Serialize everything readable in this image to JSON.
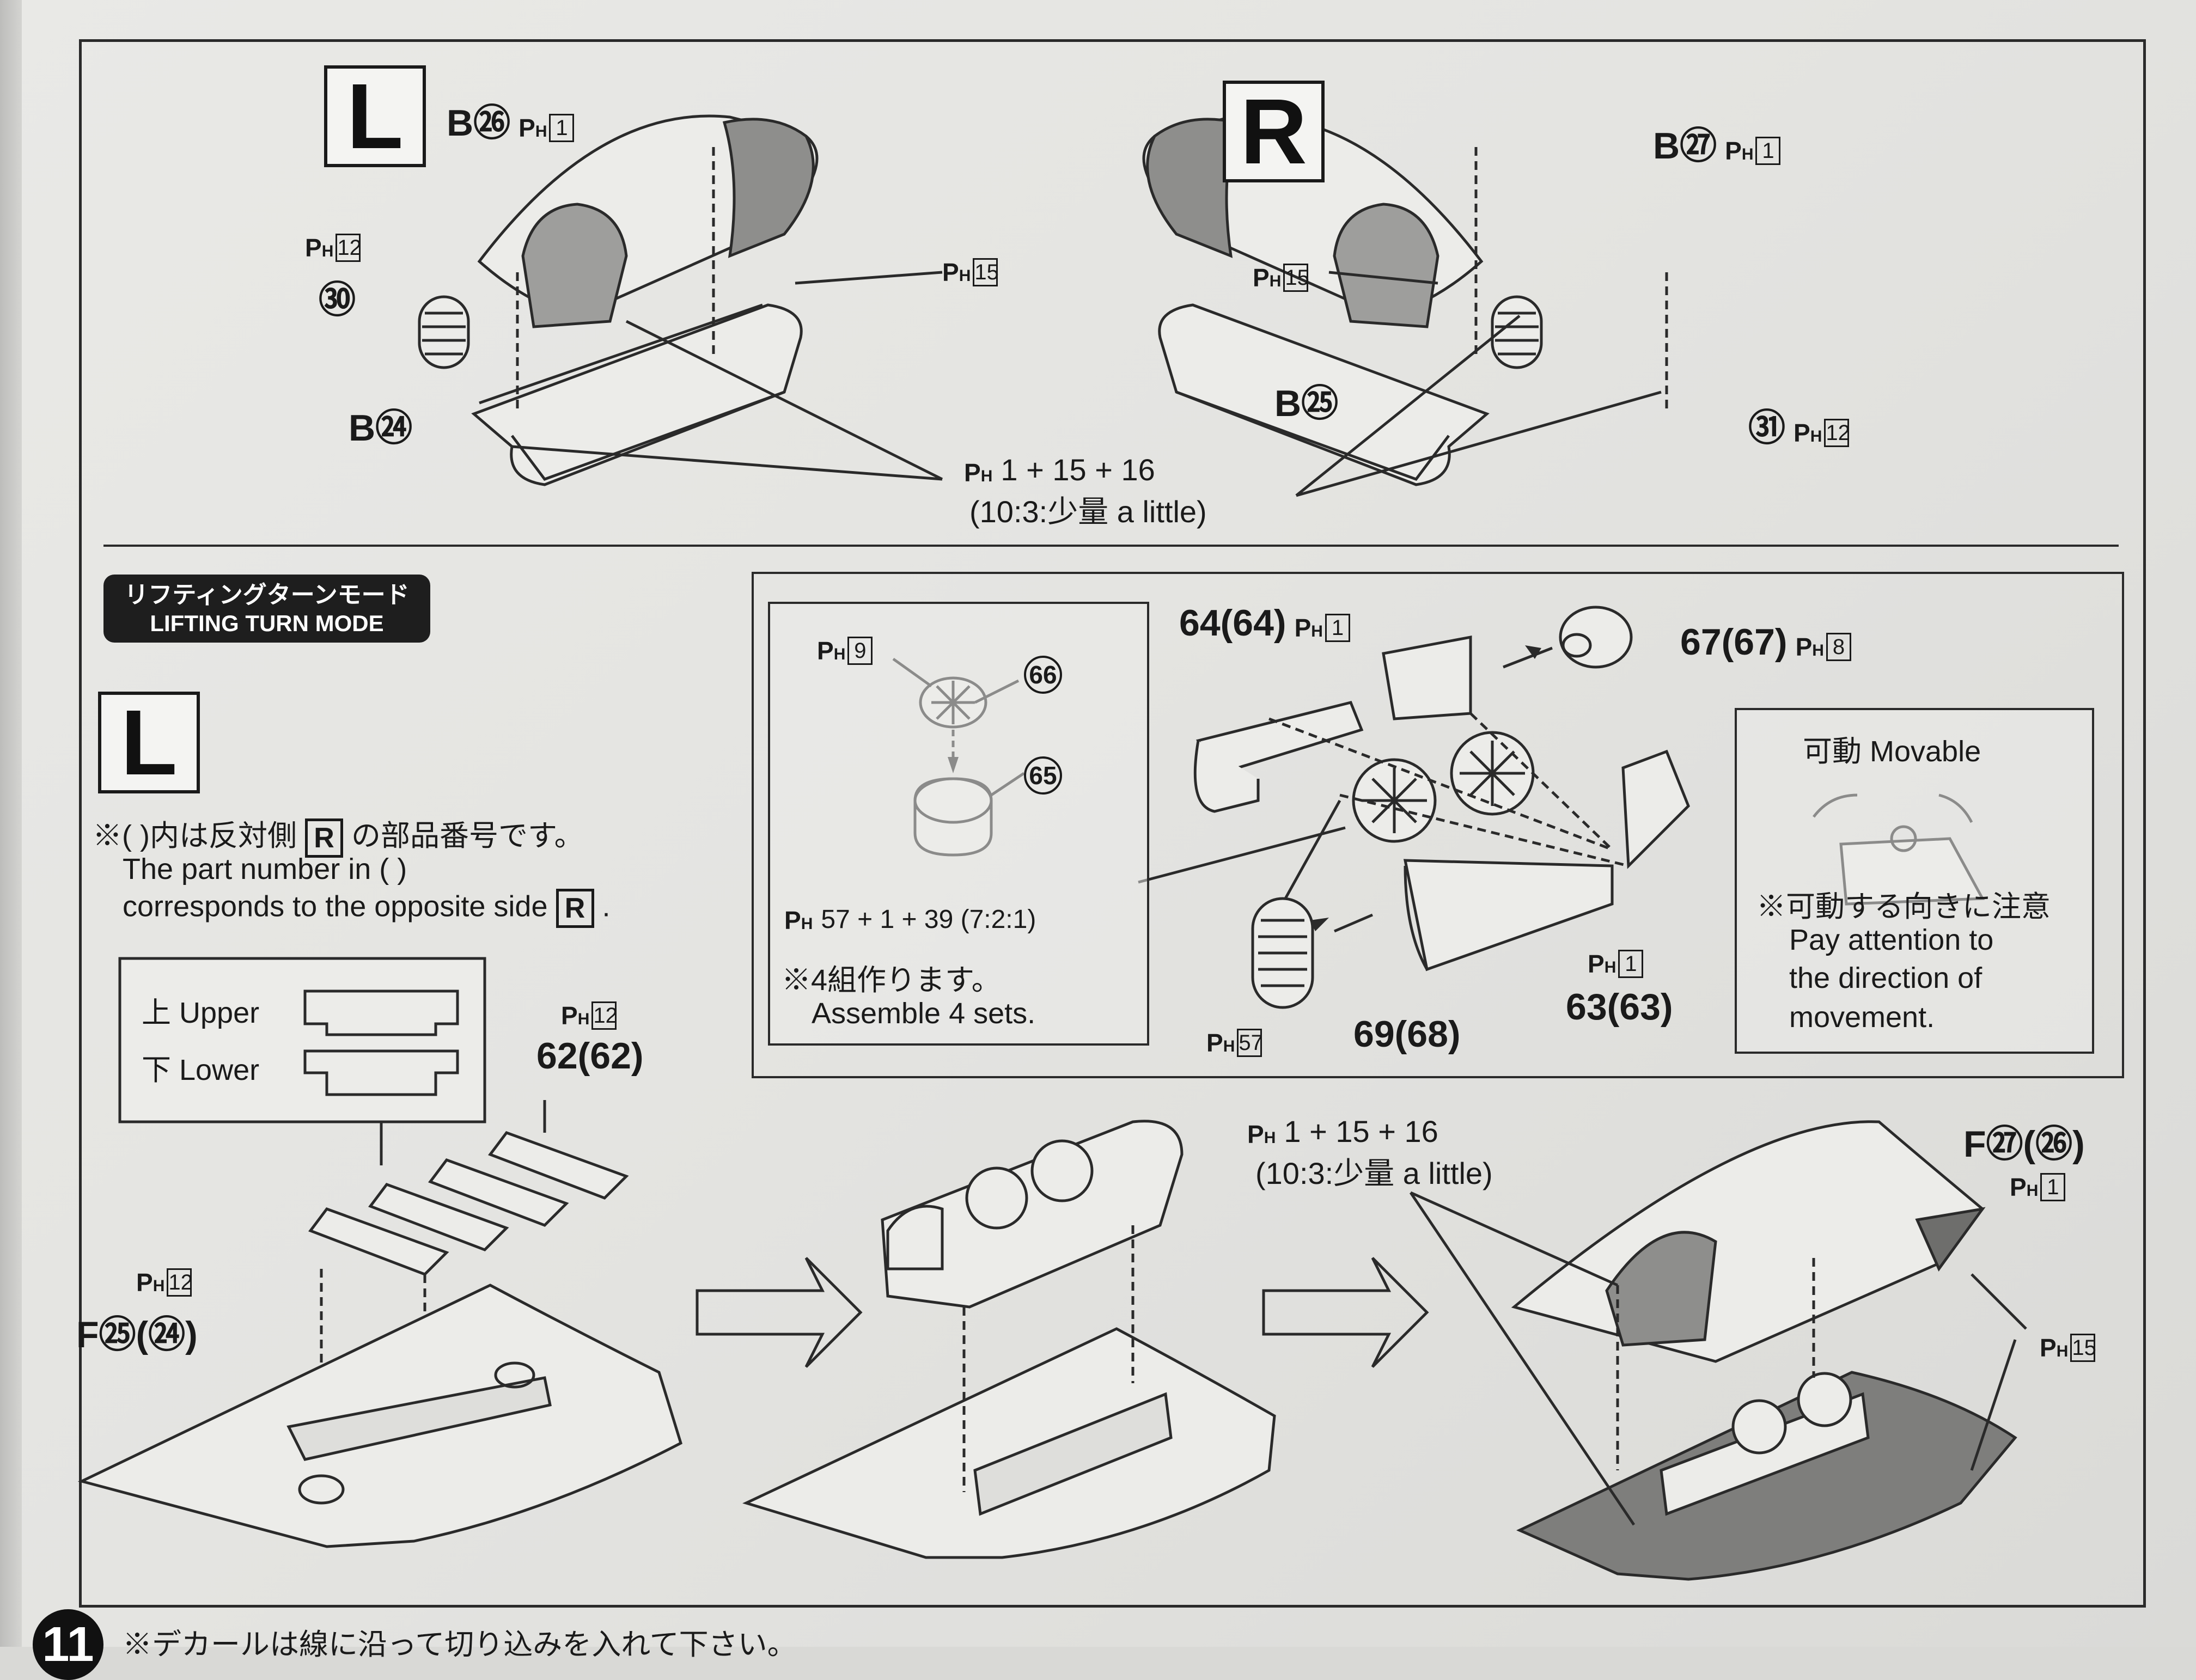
{
  "top": {
    "left_label": "L",
    "right_label": "R",
    "left_parts": {
      "b26": "B㉖",
      "b26_ph": "1",
      "p30": "㉚",
      "p30_ph": "12",
      "ph15": "15",
      "b24": "B㉔"
    },
    "right_parts": {
      "b27": "B㉗",
      "b27_ph": "1",
      "ph15": "15",
      "b25": "B㉕",
      "p31": "㉛",
      "p31_ph": "12"
    },
    "mix": "1 + 15 + 16",
    "mix_ratio": "(10:3:少量 a little)"
  },
  "mode_badge": {
    "jp": "リフティングターンモード",
    "en": "LIFTING TURN MODE"
  },
  "bottom": {
    "side_label": "L",
    "note_jp": "※(  )内は反対側",
    "note_jp_r": "R",
    "note_jp_tail": "の部品番号です。",
    "note_en_1": "The part number in (   )",
    "note_en_2": "corresponds to the opposite side",
    "note_en_r": "R",
    "upper_label": "上 Upper",
    "lower_label": "下 Lower",
    "part_62": "62(62)",
    "part_62_ph": "12",
    "part_f25": "F㉕(㉔)",
    "part_f25_ph": "12",
    "inset_left": {
      "ph9": "9",
      "p66": "66",
      "p65": "65",
      "mix": "57 + 1 + 39 (7:2:1)",
      "note_jp": "※4組作ります。",
      "note_en": "Assemble 4 sets."
    },
    "inset_center": {
      "p64": "64(64)",
      "p64_ph": "1",
      "p67": "67(67)",
      "p67_ph": "8",
      "p63": "63(63)",
      "p63_ph": "1",
      "p69": "69(68)",
      "p69_ph": "57"
    },
    "movable": {
      "title": "可動 Movable",
      "note_jp": "※可動する向きに注意",
      "note_en_1": "Pay attention to",
      "note_en_2": "the direction of",
      "note_en_3": "movement."
    },
    "final_mix": "1 + 15 + 16",
    "final_mix_ratio": "(10:3:少量 a little)",
    "part_f27": "F㉗(㉖)",
    "part_f27_ph": "1",
    "part_ph15": "15"
  },
  "footer": {
    "step": "11",
    "note": "※デカールは線に沿って切り込みを入れて下さい。"
  }
}
